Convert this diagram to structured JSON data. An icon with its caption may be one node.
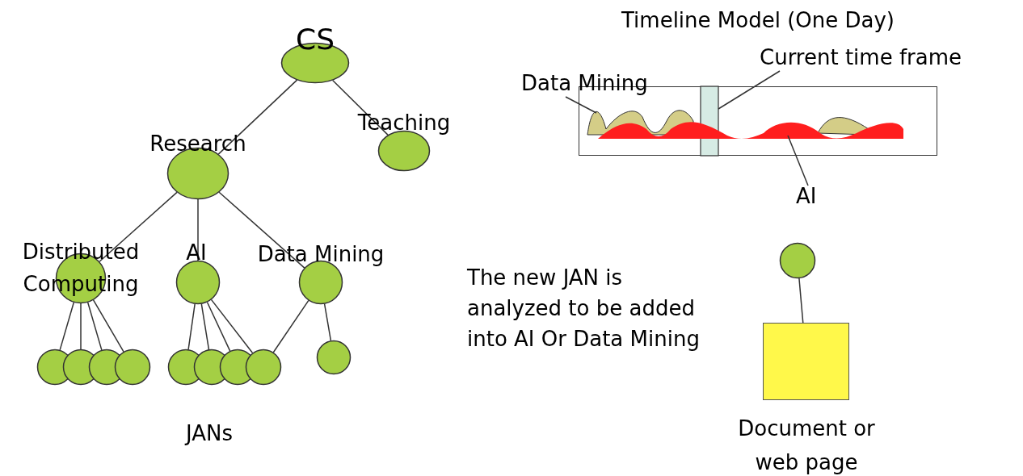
{
  "diagram": {
    "nodes": [
      {
        "text": [
          "CS"
        ]
      },
      {
        "text": [
          "Teaching"
        ]
      },
      {
        "text": [
          "Research"
        ]
      },
      {
        "text": [
          "Distributed Computing"
        ]
      },
      {
        "text": [
          "AI"
        ]
      },
      {
        "text": [
          "Data Mining"
        ]
      },
      {
        "text": [],
        "shape": "circle"
      },
      {
        "text": [],
        "shape": "circle"
      },
      {
        "text": [],
        "shape": "circle"
      },
      {
        "text": [],
        "shape": "circle"
      },
      {
        "text": [],
        "shape": "circle"
      },
      {
        "text": [],
        "shape": "circle"
      },
      {
        "text": [],
        "shape": "circle"
      },
      {
        "text": [],
        "shape": "circle"
      },
      {
        "text": [],
        "shape": "circle"
      },
      {
        "text": [],
        "shape": "circle"
      },
      {
        "text": [
          "Document or web page"
        ]
      },
      {
        "text": [
          "Timeline Model (One Day)"
        ]
      },
      {
        "text": [
          "Data Mining"
        ]
      },
      {
        "text": [
          "Current time frame"
        ]
      },
      {
        "text": [
          "AI"
        ]
      },
      {
        "text": [],
        "shape": "picture",
        "in": 17
      },
      {
        "text": [],
        "shape": "bar",
        "in": 17
      },
      {
        "text": [],
        "shape": "picture",
        "in": 17
      }
    ],
    "edges": [
      {
        "from": 0,
        "to": 1,
        "arrow": "none"
      },
      {
        "from": 0,
        "to": 2,
        "arrow": "none"
      },
      {
        "from": 2,
        "to": 3,
        "arrow": "none"
      },
      {
        "from": 2,
        "to": 4,
        "arrow": "none"
      },
      {
        "from": 2,
        "to": 5,
        "arrow": "none"
      },
      {
        "from": 3,
        "to": 6,
        "arrow": "none"
      },
      {
        "from": 3,
        "to": 7,
        "arrow": "none"
      },
      {
        "from": 3,
        "to": 8,
        "arrow": "none"
      },
      {
        "from": 3,
        "to": 9,
        "arrow": "none"
      },
      {
        "from": 4,
        "to": 10,
        "arrow": "none"
      },
      {
        "from": 4,
        "to": 11,
        "arrow": "none"
      },
      {
        "from": 4,
        "to": 12,
        "arrow": "none"
      },
      {
        "from": 4,
        "to": 13,
        "arrow": "none"
      },
      {
        "from": 5,
        "to": 13,
        "arrow": "none"
      },
      {
        "from": 5,
        "to": 14,
        "arrow": "none"
      },
      {
        "from": 15,
        "to": 16,
        "arrow": "none"
      },
      {
        "from": 18,
        "to": 21,
        "arrow": "none"
      },
      {
        "from": 19,
        "to": 22,
        "arrow": "none"
      },
      {
        "from": 20,
        "to": 23,
        "arrow": "none"
      }
    ],
    "labels": [
      "The new JAN is analyzed to be added into AI Or Data Mining",
      "JANs"
    ]
  }
}
